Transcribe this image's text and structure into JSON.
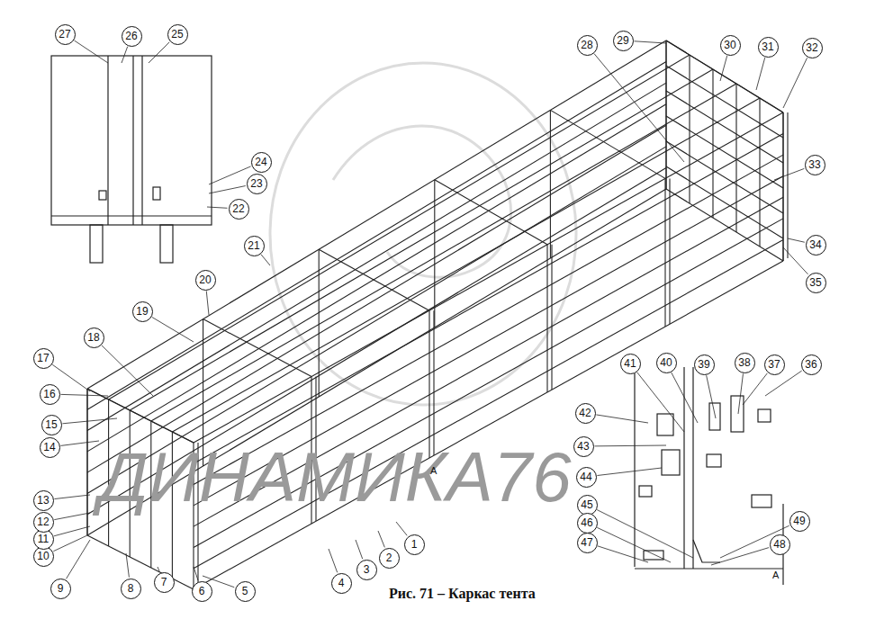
{
  "diagram": {
    "caption": "Рис. 71 – Каркас тента",
    "nodes": [
      {
        "text": [
          "1"
        ]
      },
      {
        "text": [
          "2"
        ]
      },
      {
        "text": [
          "3"
        ]
      },
      {
        "text": [
          "4"
        ]
      },
      {
        "text": [
          "5"
        ]
      },
      {
        "text": [
          "6"
        ]
      },
      {
        "text": [
          "7"
        ]
      },
      {
        "text": [
          "8"
        ]
      },
      {
        "text": [
          "9"
        ]
      },
      {
        "text": [
          "10"
        ]
      },
      {
        "text": [
          "11"
        ]
      },
      {
        "text": [
          "12"
        ]
      },
      {
        "text": [
          "13"
        ]
      },
      {
        "text": [
          "14"
        ]
      },
      {
        "text": [
          "15"
        ]
      },
      {
        "text": [
          "16"
        ]
      },
      {
        "text": [
          "17"
        ]
      },
      {
        "text": [
          "18"
        ]
      },
      {
        "text": [
          "19"
        ]
      },
      {
        "text": [
          "20"
        ]
      },
      {
        "text": [
          "21"
        ]
      },
      {
        "text": [
          "22"
        ]
      },
      {
        "text": [
          "23"
        ]
      },
      {
        "text": [
          "24"
        ]
      },
      {
        "text": [
          "25"
        ]
      },
      {
        "text": [
          "26"
        ]
      },
      {
        "text": [
          "27"
        ]
      },
      {
        "text": [
          "28"
        ]
      },
      {
        "text": [
          "29"
        ]
      },
      {
        "text": [
          "30"
        ]
      },
      {
        "text": [
          "31"
        ]
      },
      {
        "text": [
          "32"
        ]
      },
      {
        "text": [
          "33"
        ]
      },
      {
        "text": [
          "34"
        ]
      },
      {
        "text": [
          "35"
        ]
      },
      {
        "text": [
          "36"
        ]
      },
      {
        "text": [
          "37"
        ]
      },
      {
        "text": [
          "38"
        ]
      },
      {
        "text": [
          "39"
        ]
      },
      {
        "text": [
          "40"
        ]
      },
      {
        "text": [
          "41"
        ]
      },
      {
        "text": [
          "42"
        ]
      },
      {
        "text": [
          "43"
        ]
      },
      {
        "text": [
          "44"
        ]
      },
      {
        "text": [
          "45"
        ]
      },
      {
        "text": [
          "46"
        ]
      },
      {
        "text": [
          "47"
        ]
      },
      {
        "text": [
          "48"
        ]
      },
      {
        "text": [
          "49"
        ]
      }
    ],
    "labels": [
      "ДИНАМИКА76",
      "А",
      "А"
    ]
  }
}
